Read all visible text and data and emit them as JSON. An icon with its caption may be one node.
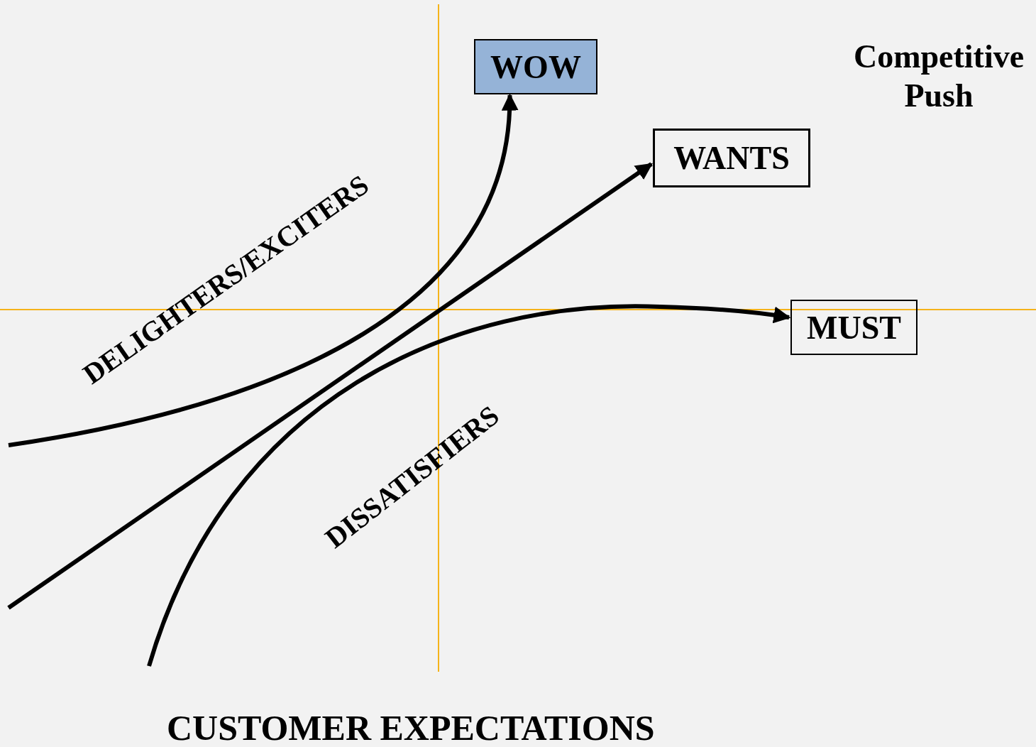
{
  "diagram": {
    "nodes": [
      {
        "text": [
          "WOW"
        ]
      },
      {
        "text": [
          "WANTS"
        ]
      },
      {
        "text": [
          "MUST"
        ]
      }
    ],
    "edges": [
      {
        "from": null,
        "to": 0,
        "arrow": "to"
      },
      {
        "from": null,
        "to": 1,
        "arrow": "to"
      },
      {
        "from": null,
        "to": 2,
        "arrow": "to"
      }
    ],
    "labels": [
      "Competitive Push",
      "DELIGHTERS/EXCITERS",
      "DISSATISFIERS",
      "CUSTOMER EXPECTATIONS"
    ]
  }
}
